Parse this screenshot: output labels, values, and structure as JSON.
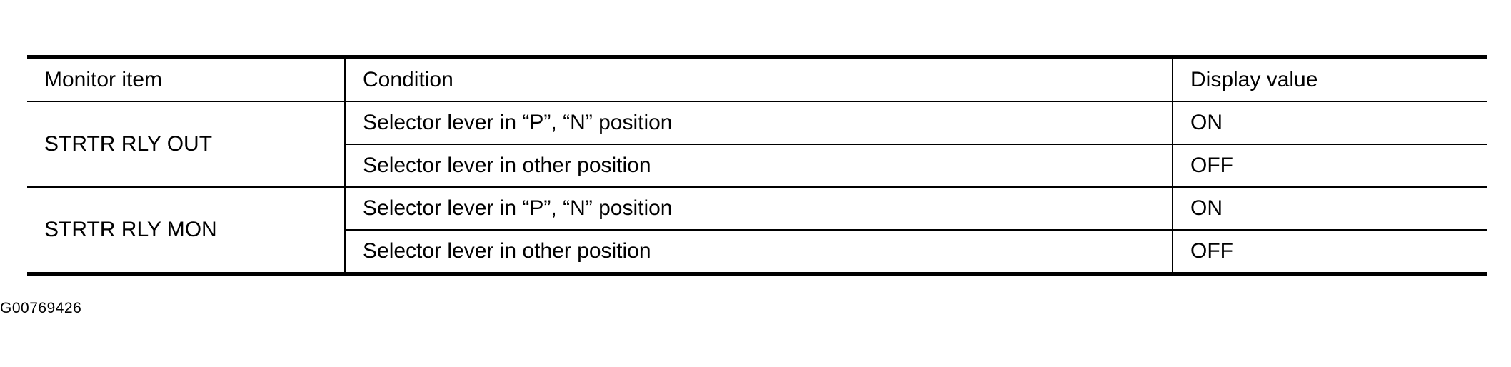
{
  "table": {
    "headers": {
      "monitor_item": "Monitor item",
      "condition": "Condition",
      "display_value": "Display value"
    },
    "groups": [
      {
        "item": "STRTR RLY OUT",
        "rows": [
          {
            "condition": "Selector lever in “P”, “N” position",
            "value": "ON"
          },
          {
            "condition": "Selector lever in other position",
            "value": "OFF"
          }
        ]
      },
      {
        "item": "STRTR RLY MON",
        "rows": [
          {
            "condition": "Selector lever in “P”, “N” position",
            "value": "ON"
          },
          {
            "condition": "Selector lever in other position",
            "value": "OFF"
          }
        ]
      }
    ]
  },
  "footer": {
    "figure_code": "G00769426"
  }
}
